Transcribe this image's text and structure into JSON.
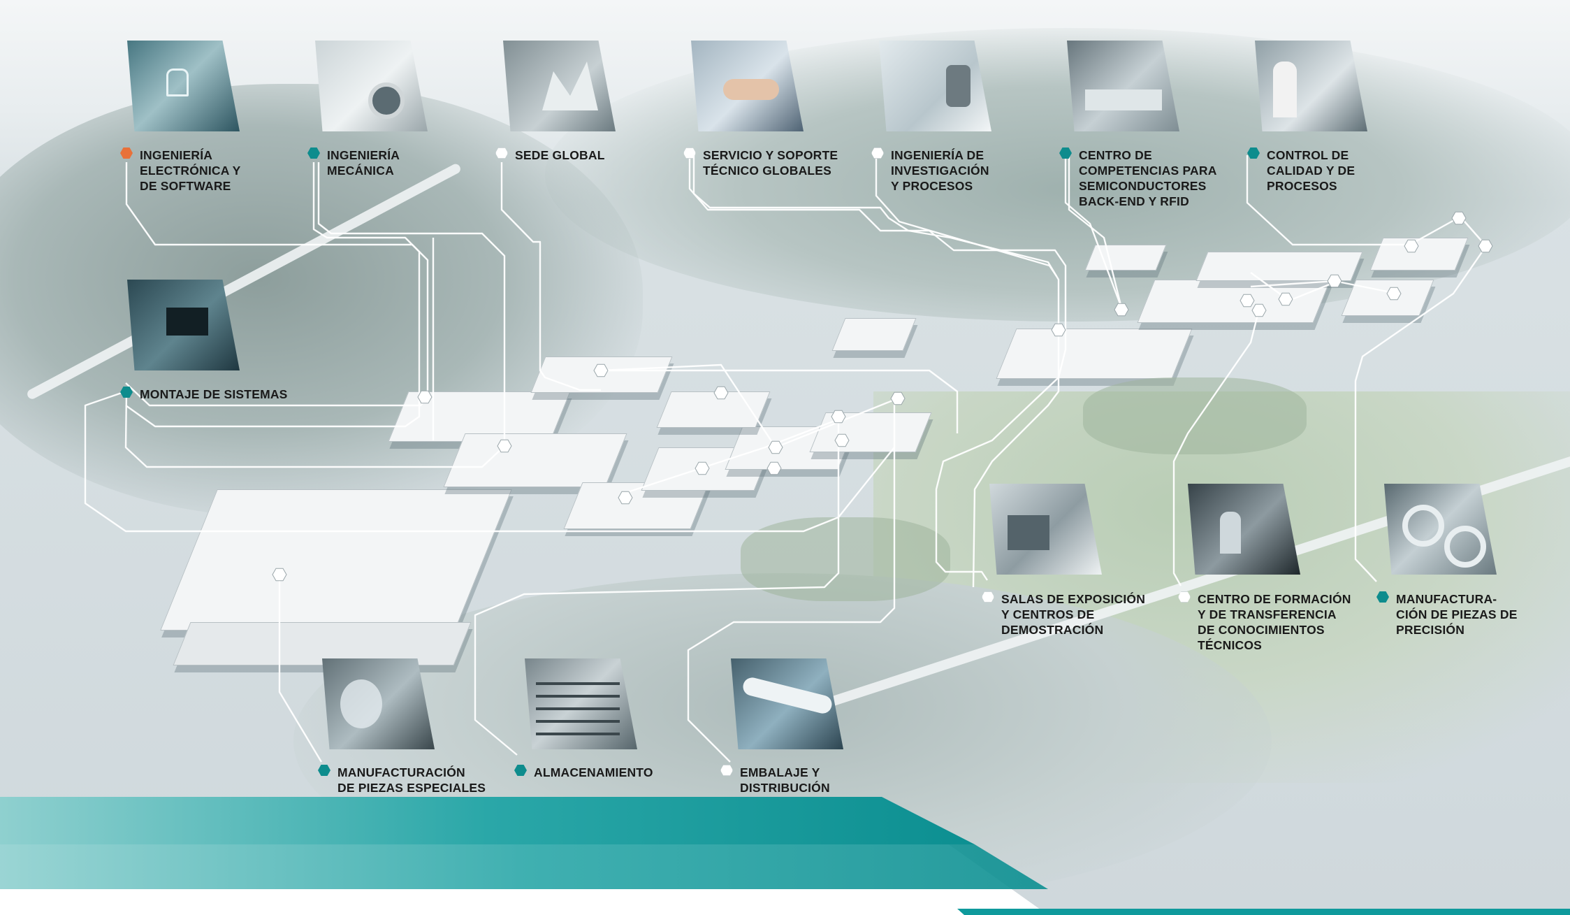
{
  "colors": {
    "teal": "#0e8c8d",
    "orange": "#e8713a",
    "white": "#ffffff",
    "banner_light": "#7fc9c8",
    "banner_dark": "#0f9a9c"
  },
  "labels": {
    "electronics": "INGENIERÍA\nELECTRÓNICA Y\nDE SOFTWARE",
    "mechanical": "INGENIERÍA\nMECÁNICA",
    "hq": "SEDE GLOBAL",
    "service": "SERVICIO Y SOPORTE\nTÉCNICO GLOBALES",
    "research": "INGENIERÍA DE\nINVESTIGACIÓN\nY PROCESOS",
    "semiconductor": "CENTRO DE\nCOMPETENCIAS PARA\nSEMICONDUCTORES\nBACK-END Y RFID",
    "quality": "CONTROL DE\nCALIDAD Y DE\nPROCESOS",
    "assembly": "MONTAJE DE SISTEMAS",
    "showroom": "SALAS DE EXPOSICIÓN\nY CENTROS DE\nDEMOSTRACIÓN",
    "training": "CENTRO DE FORMACIÓN\nY DE TRANSFERENCIA\nDE CONOCIMIENTOS\nTÉCNICOS",
    "precision": "MANUFACTURA-\nCIÓN DE PIEZAS DE\nPRECISIÓN",
    "special": "MANUFACTURACIÓN\nDE PIEZAS ESPECIALES",
    "storage": "ALMACENAMIENTO",
    "packaging": "EMBALAJE Y\nDISTRIBUCIÓN"
  },
  "markers": {
    "electronics": "orange",
    "mechanical": "teal",
    "hq": "white",
    "service": "white",
    "research": "white",
    "semiconductor": "teal",
    "quality": "teal",
    "assembly": "teal",
    "showroom": "white",
    "training": "white",
    "precision": "teal",
    "special": "teal",
    "storage": "teal",
    "packaging": "white"
  },
  "icons": {
    "electronics": "circuit-padlock-photo",
    "mechanical": "mechanical-parts-photo",
    "hq": "company-logo-sculpture-photo",
    "service": "handshake-photo",
    "research": "microscope-researcher-photo",
    "semiconductor": "semiconductor-production-photo",
    "quality": "quality-inspector-photo",
    "assembly": "circuit-board-photo",
    "showroom": "showroom-photo",
    "training": "training-class-photo",
    "precision": "precision-parts-photo",
    "special": "special-parts-photo",
    "storage": "warehouse-shelves-photo",
    "packaging": "airplane-photo"
  }
}
